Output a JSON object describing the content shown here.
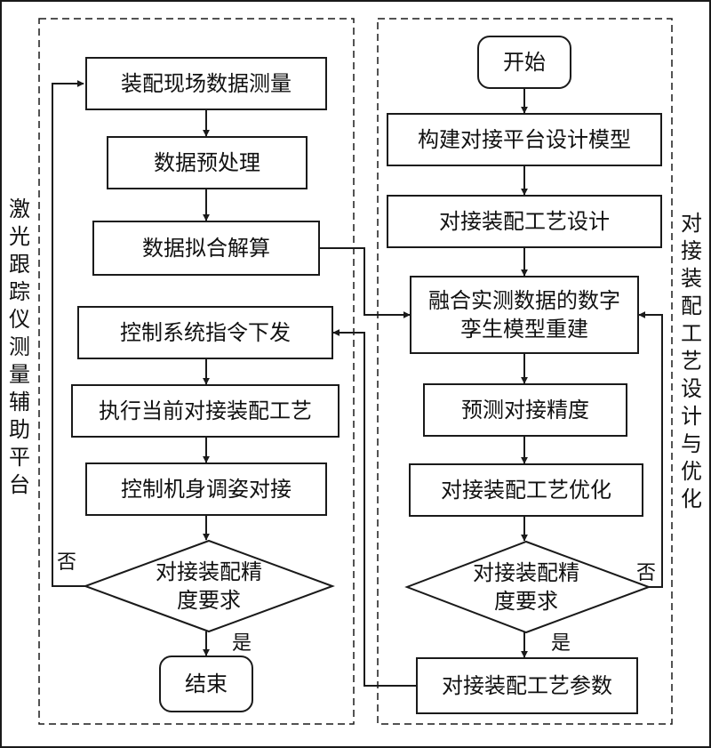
{
  "left_panel": {
    "label": "激光跟踪仪测量辅助平台",
    "steps": [
      "装配现场数据测量",
      "数据预处理",
      "数据拟合解算",
      "控制系统指令下发",
      "执行当前对接装配工艺",
      "控制机身调姿对接"
    ],
    "decision": "对接装配精度要求",
    "yes_label": "是",
    "no_label": "否",
    "end": "结束"
  },
  "right_panel": {
    "label": "对接装配工艺设计与优化",
    "start": "开始",
    "steps": [
      "构建对接平台设计模型",
      "对接装配工艺设计",
      "融合实测数据的数字孪生模型重建",
      "预测对接精度",
      "对接装配工艺优化"
    ],
    "decision": "对接装配精度要求",
    "yes_label": "是",
    "no_label": "否",
    "output": "对接装配工艺参数"
  }
}
